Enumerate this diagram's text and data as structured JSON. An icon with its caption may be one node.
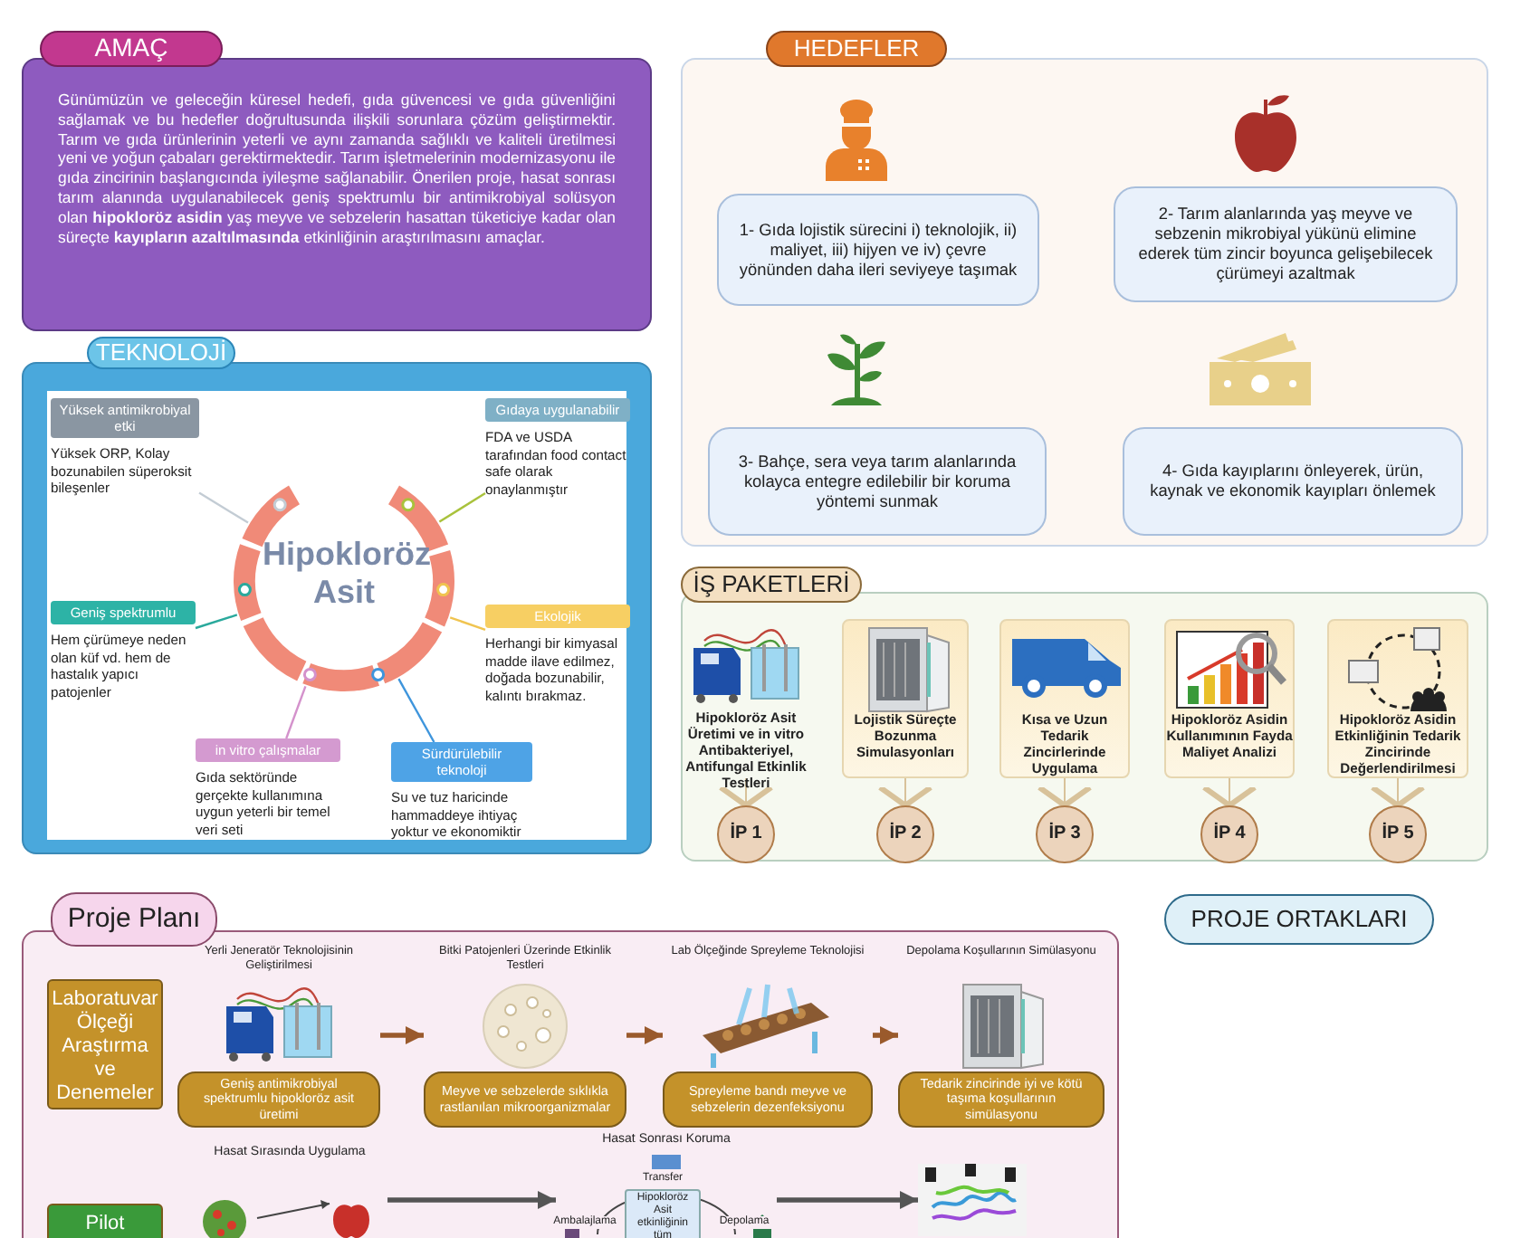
{
  "diagram": {
    "nodes": [
      {
        "text": [
          "AMAÇ",
          "Günümüzün ve geleceğin küresel hedefi, gıda güvencesi ve gıda güvenliğini sağlamak ve bu hedefler doğrultusunda ilişkili sorunlara çözüm geliştirmektir. Tarım ve gıda ürünlerinin yeterli ve aynı zamanda sağlıklı ve kaliteli üretilmesi yeni ve yoğun çabaları gerektirmektedir. Tarım işletmelerinin modernizasyonu ile gıda zincirinin başlangıcında iyileşme sağlanabilir. Önerilen proje, hasat sonrası tarım alanında uygulanabilecek geniş spektrumlu bir antimikrobiyal solüsyon olan **hipokloröz asidin** yaş meyve ve sebzelerin hasattan tüketiciye kadar olan süreçte **kayıpların azaltılmasında** etkinliğinin araştırılmasını amaçlar."
        ]
      },
      {
        "text": [
          "TEKNOLOJİ"
        ]
      },
      {
        "text": [
          "Hipokloröz Asit"
        ],
        "in": 1
      },
      {
        "text": [
          "Yüksek antimikrobiyal etki",
          "Yüksek ORP, Kolay bozunabilen süperoksit bileşenler"
        ],
        "in": 1
      },
      {
        "text": [
          "Gıdaya uygulanabilir",
          "FDA ve USDA tarafından food contact safe olarak onaylanmıştır"
        ],
        "in": 1
      },
      {
        "text": [
          "Geniş spektrumlu",
          "Hem çürümeye neden olan küf vd. hem de hastalık yapıcı patojenler"
        ],
        "in": 1
      },
      {
        "text": [
          "Ekolojik",
          "Herhangi bir kimyasal madde ilave edilmez, doğada bozunabilir, kalıntı bırakmaz."
        ],
        "in": 1
      },
      {
        "text": [
          "in vitro çalışmalar",
          "Gıda sektöründe gerçekte kullanımına uygun yeterli bir temel veri seti"
        ],
        "in": 1
      },
      {
        "text": [
          "Sürdürülebilir teknoloji",
          "Su ve tuz haricinde hammaddeye ihtiyaç yoktur ve ekonomiktir"
        ],
        "in": 1
      },
      {
        "text": [
          "HEDEFLER"
        ]
      },
      {
        "text": [
          "1- Gıda lojistik sürecini i) teknolojik, ii) maliyet, iii) hijyen ve iv) çevre yönünden daha ileri seviyeye taşımak"
        ],
        "in": 9
      },
      {
        "text": [
          "2-  Tarım alanlarında yaş meyve ve sebzenin mikrobiyal yükünü elimine ederek tüm zincir boyunca gelişebilecek çürümeyi azaltmak"
        ],
        "in": 9
      },
      {
        "text": [
          "3- Bahçe, sera veya tarım alanlarında kolayca entegre edilebilir bir koruma yöntemi sunmak"
        ],
        "in": 9
      },
      {
        "text": [
          "4- Gıda kayıplarını önleyerek, ürün, kaynak ve ekonomik kayıpları önlemek"
        ],
        "in": 9
      },
      {
        "text": [
          "İŞ PAKETLERİ"
        ]
      },
      {
        "text": [
          "Hipokloröz Asit Üretimi ve in vitro Antibakteriyel, Antifungal Etkinlik Testleri"
        ],
        "in": 14
      },
      {
        "text": [
          "Lojistik Süreçte Bozunma Simulasyonları"
        ],
        "in": 14
      },
      {
        "text": [
          "Kısa ve Uzun Tedarik Zincirlerinde Uygulama"
        ],
        "in": 14
      },
      {
        "text": [
          "Hipokloröz Asidin Kullanımının Fayda Maliyet Analizi"
        ],
        "in": 14
      },
      {
        "text": [
          "Hipokloröz Asidin Etkinliğinin Tedarik Zincirinde Değerlendirilmesi"
        ],
        "in": 14
      },
      {
        "text": [
          "İP 1"
        ],
        "in": 14
      },
      {
        "text": [
          "İP 2"
        ],
        "in": 14
      },
      {
        "text": [
          "İP 3"
        ],
        "in": 14
      },
      {
        "text": [
          "İP 4"
        ],
        "in": 14
      },
      {
        "text": [
          "İP 5"
        ],
        "in": 14
      },
      {
        "text": [
          "Proje Planı"
        ]
      },
      {
        "text": [
          "Laboratuvar Ölçeği Araştırma ve Denemeler"
        ],
        "in": 25
      },
      {
        "text": [
          "Yerli Jeneratör Teknolojisinin Geliştirilmesi",
          "Geniş antimikrobiyal spektrumlu hipokloröz asit üretimi"
        ],
        "in": 25
      },
      {
        "text": [
          "Bitki Patojenleri Üzerinde Etkinlik Testleri",
          "Meyve ve sebzelerde sıklıkla rastlanılan mikroorganizmalar"
        ],
        "in": 25
      },
      {
        "text": [
          "Lab Ölçeğinde Spreyleme Teknolojisi",
          "Spreyleme bandı meyve ve sebzelerin dezenfeksiyonu"
        ],
        "in": 25
      },
      {
        "text": [
          "Depolama Koşullarının Simülasyonu",
          "Tedarik zincirinde iyi ve kötü taşıma koşullarının simülasyonu"
        ],
        "in": 25
      },
      {
        "text": [
          "Pilot"
        ],
        "in": 25
      },
      {
        "text": [
          "Hasat Sırasında Uygulama"
        ],
        "in": 25
      },
      {
        "text": [
          "Hasat Sonrası Koruma"
        ],
        "in": 25
      },
      {
        "text": [],
        "shape": "picture",
        "in": 25
      },
      {
        "text": [
          "PROJE ORTAKLARI"
        ]
      }
    ],
    "edges": [
      {
        "from": 2,
        "to": 3,
        "arrow": "none",
        "color": "#c3ccd4"
      },
      {
        "from": 2,
        "to": 4,
        "arrow": "none",
        "color": "#a9c23c"
      },
      {
        "from": 2,
        "to": 5,
        "arrow": "none",
        "color": "#2aa99c"
      },
      {
        "from": 2,
        "to": 6,
        "arrow": "none",
        "color": "#f0c450"
      },
      {
        "from": 2,
        "to": 7,
        "arrow": "none",
        "color": "#d492cc"
      },
      {
        "from": 2,
        "to": 8,
        "arrow": "none",
        "color": "#3e95dc"
      },
      {
        "from": 15,
        "to": 20,
        "arrow": "to",
        "color": "#d8c29a"
      },
      {
        "from": 16,
        "to": 21,
        "arrow": "to",
        "color": "#d8c29a"
      },
      {
        "from": 17,
        "to": 22,
        "arrow": "to",
        "color": "#d8c29a"
      },
      {
        "from": 18,
        "to": 23,
        "arrow": "to",
        "color": "#d8c29a"
      },
      {
        "from": 19,
        "to": 24,
        "arrow": "to",
        "color": "#d8c29a"
      },
      {
        "from": 27,
        "to": 28,
        "arrow": "to",
        "style": "thick",
        "color": "#9a5a2c"
      },
      {
        "from": 28,
        "to": 29,
        "arrow": "to",
        "style": "thick",
        "color": "#9a5a2c"
      },
      {
        "from": 29,
        "to": 30,
        "arrow": "to",
        "style": "thick",
        "color": "#9a5a2c"
      },
      {
        "from": 32,
        "to": 33,
        "arrow": "to",
        "style": "thick",
        "color": "#555555"
      },
      {
        "from": 33,
        "to": 34,
        "arrow": "to",
        "style": "thick",
        "color": "#555555"
      }
    ],
    "labels": [
      "Transfer",
      "Ambalajlama",
      "Hipokloröz Asit etkinliğinin tüm",
      "Depolama"
    ]
  }
}
